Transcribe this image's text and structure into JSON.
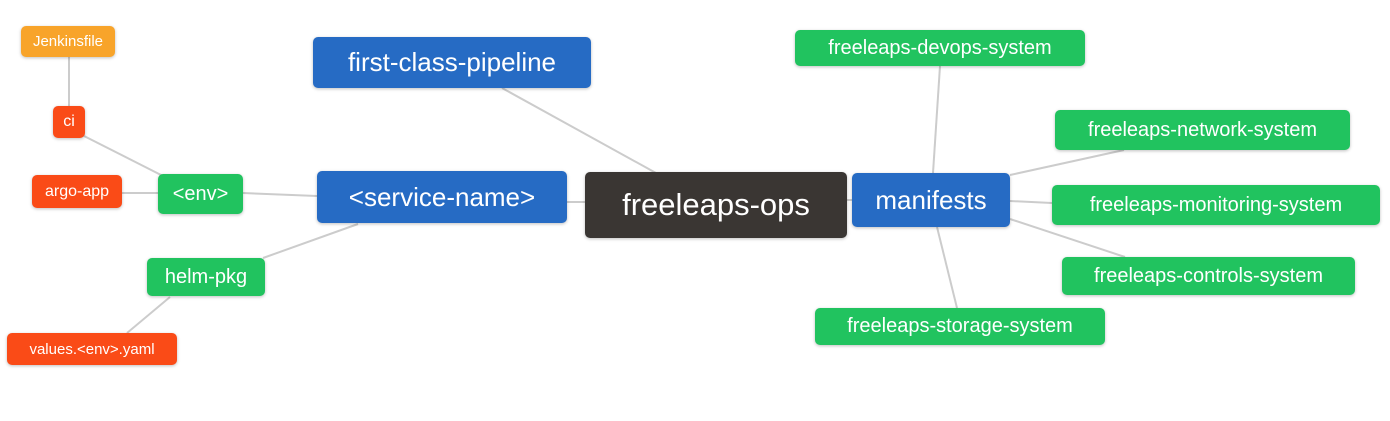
{
  "palette": {
    "background": "#ffffff",
    "root": "#3a3633",
    "branch": "#266bc4",
    "leaf": "#21c35f",
    "warn": "#f8a42a",
    "alert": "#fa4b17",
    "edge": "#cccccc",
    "text": "#ffffff"
  },
  "nodes": {
    "root": {
      "label": "freeleaps-ops"
    },
    "fcp": {
      "label": "first-class-pipeline"
    },
    "service": {
      "label": "<service-name>"
    },
    "manifests": {
      "label": "manifests"
    },
    "env": {
      "label": "<env>"
    },
    "helm": {
      "label": "helm-pkg"
    },
    "jenkinsfile": {
      "label": "Jenkinsfile"
    },
    "ci": {
      "label": "ci"
    },
    "argo": {
      "label": "argo-app"
    },
    "values": {
      "label": "values.<env>.yaml"
    },
    "devops": {
      "label": "freeleaps-devops-system"
    },
    "network": {
      "label": "freeleaps-network-system"
    },
    "monitoring": {
      "label": "freeleaps-monitoring-system"
    },
    "controls": {
      "label": "freeleaps-controls-system"
    },
    "storage": {
      "label": "freeleaps-storage-system"
    }
  },
  "edges": [
    {
      "from": "jenkinsfile",
      "to": "ci"
    },
    {
      "from": "ci",
      "to": "env"
    },
    {
      "from": "argo",
      "to": "env"
    },
    {
      "from": "env",
      "to": "service"
    },
    {
      "from": "helm",
      "to": "service"
    },
    {
      "from": "values",
      "to": "helm"
    },
    {
      "from": "fcp",
      "to": "root"
    },
    {
      "from": "service",
      "to": "root"
    },
    {
      "from": "root",
      "to": "manifests"
    },
    {
      "from": "manifests",
      "to": "devops"
    },
    {
      "from": "manifests",
      "to": "network"
    },
    {
      "from": "manifests",
      "to": "monitoring"
    },
    {
      "from": "manifests",
      "to": "controls"
    },
    {
      "from": "manifests",
      "to": "storage"
    }
  ]
}
